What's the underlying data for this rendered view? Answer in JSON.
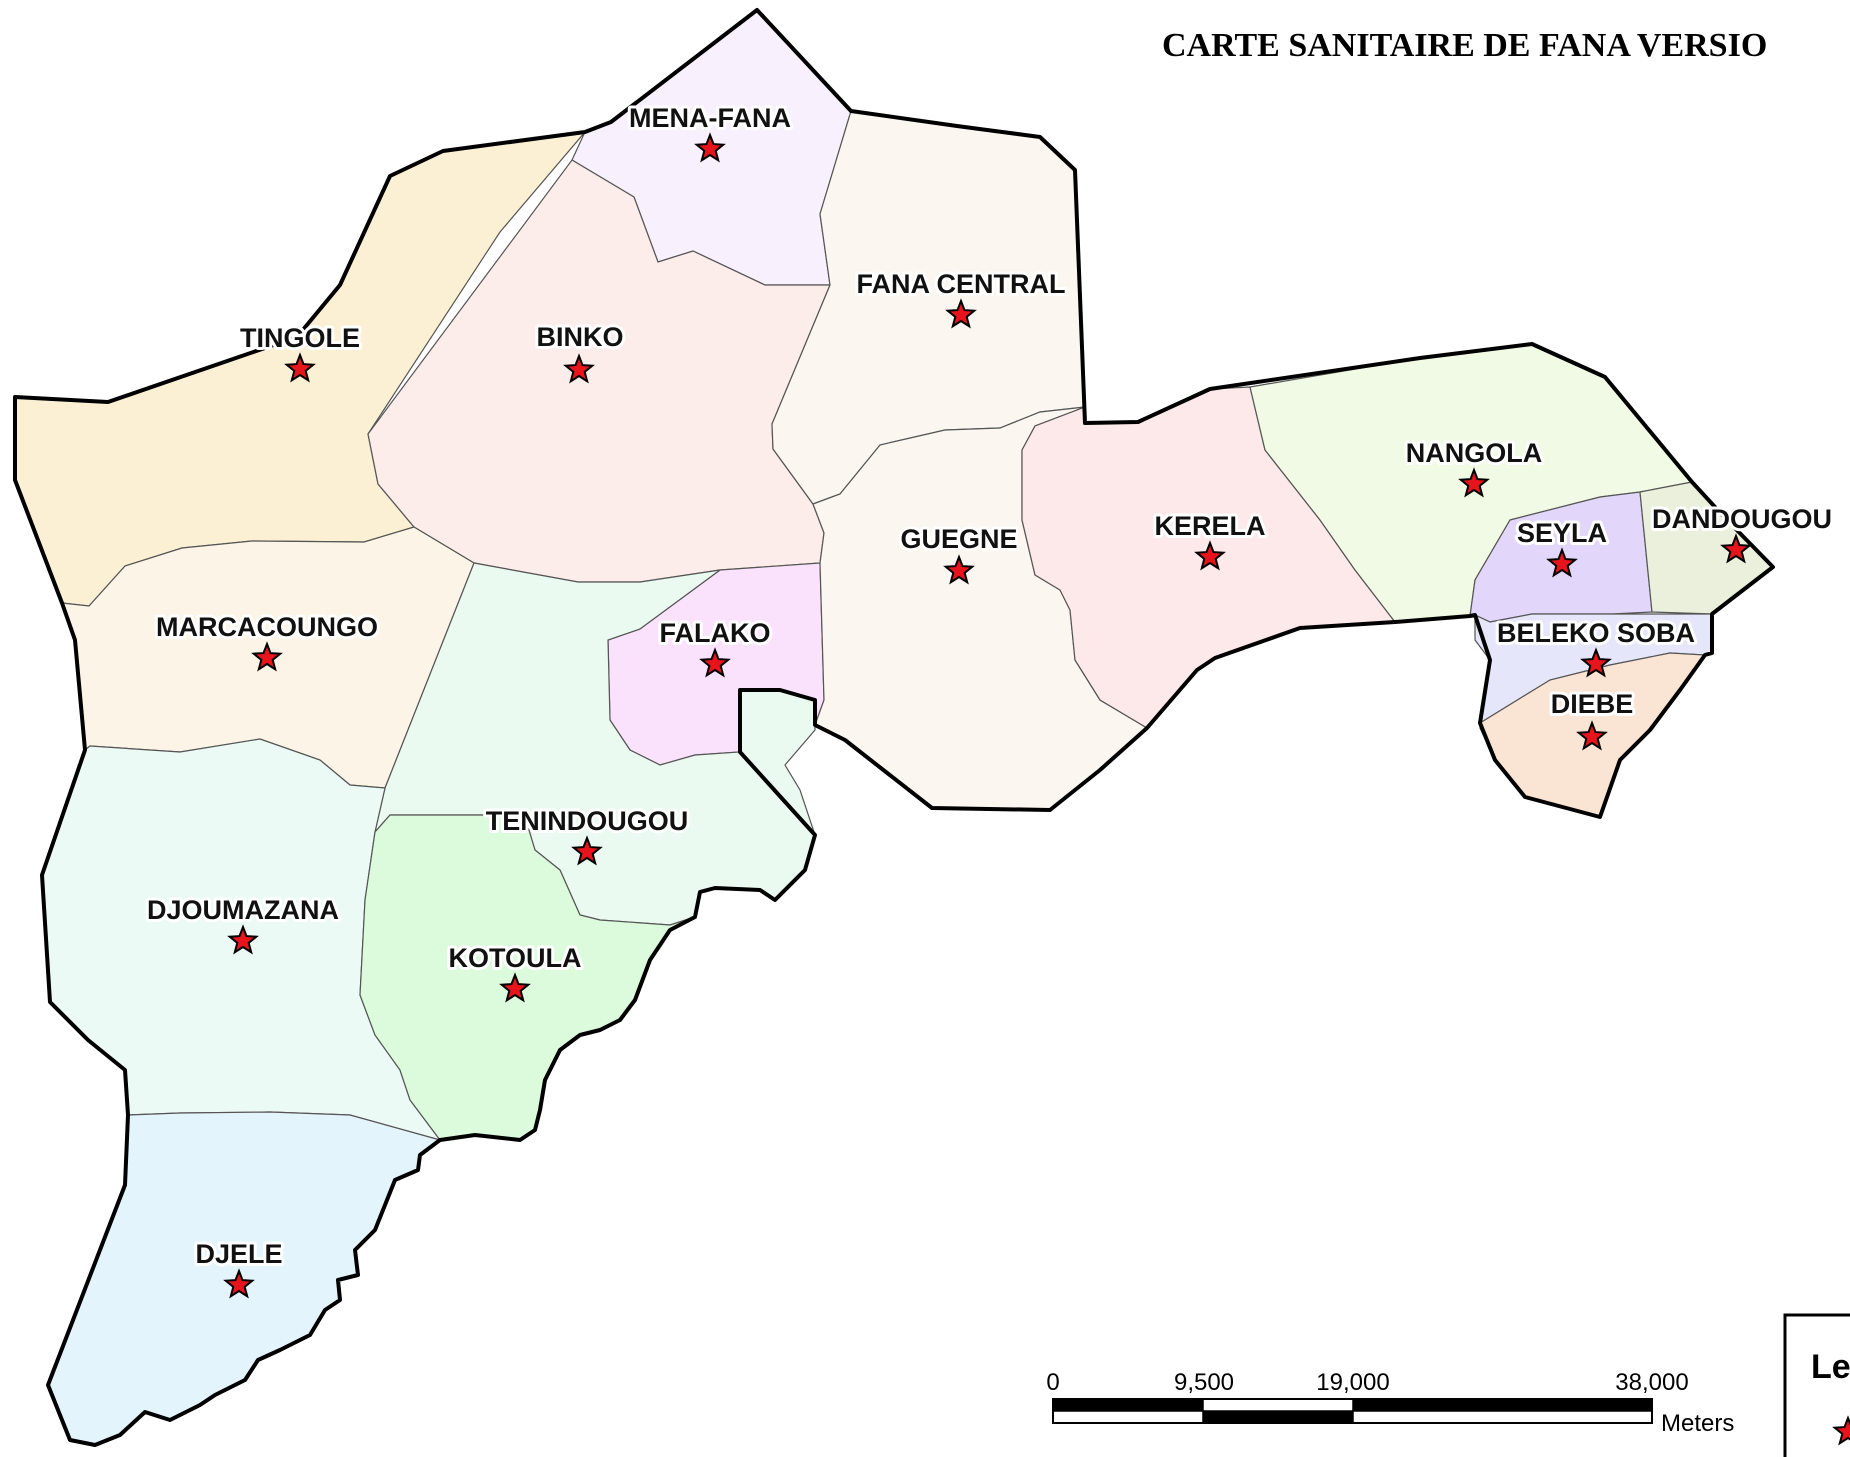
{
  "map": {
    "title": "CARTE SANITAIRE DE FANA VERSIO",
    "colors": {
      "star_fill": "#e8141c",
      "outline": "#000000"
    },
    "areas": [
      {
        "id": "tingole",
        "label": "TINGOLE",
        "color": "#fcf0d4"
      },
      {
        "id": "mena-fana",
        "label": "MENA-FANA",
        "color": "#f8f0fc"
      },
      {
        "id": "binko",
        "label": "BINKO",
        "color": "#fcecea"
      },
      {
        "id": "fana-central",
        "label": "FANA CENTRAL",
        "color": "#fbf6ef"
      },
      {
        "id": "marcacoungo",
        "label": "MARCACOUNGO",
        "color": "#fcf4e6"
      },
      {
        "id": "falako",
        "label": "FALAKO",
        "color": "#fbe2fc"
      },
      {
        "id": "guegne",
        "label": "GUEGNE",
        "color": "#fbf6f0"
      },
      {
        "id": "kerela",
        "label": "KERELA",
        "color": "#fde8ea"
      },
      {
        "id": "nangola",
        "label": "NANGOLA",
        "color": "#f1fae4"
      },
      {
        "id": "seyla",
        "label": "SEYLA",
        "color": "#e2d6fa"
      },
      {
        "id": "dandougou",
        "label": "DANDOUGOU",
        "color": "#eaf0dc"
      },
      {
        "id": "beleko-soba",
        "label": "BELEKO SOBA",
        "color": "#e6e6fa"
      },
      {
        "id": "diebe",
        "label": "DIEBE",
        "color": "#fae4d4"
      },
      {
        "id": "tenindougou",
        "label": "TENINDOUGOU",
        "color": "#eafaf0"
      },
      {
        "id": "djoumazana",
        "label": "DJOUMAZANA",
        "color": "#ecfaf6"
      },
      {
        "id": "kotoula",
        "label": "KOTOULA",
        "color": "#dcfadc"
      },
      {
        "id": "djele",
        "label": "DJELE",
        "color": "#e4f4fc"
      }
    ]
  },
  "scale_bar": {
    "ticks": [
      "0",
      "9,500",
      "19,000",
      "38,000"
    ],
    "unit": "Meters"
  },
  "legend": {
    "title_fragment": "Le",
    "icon": "star-icon"
  }
}
